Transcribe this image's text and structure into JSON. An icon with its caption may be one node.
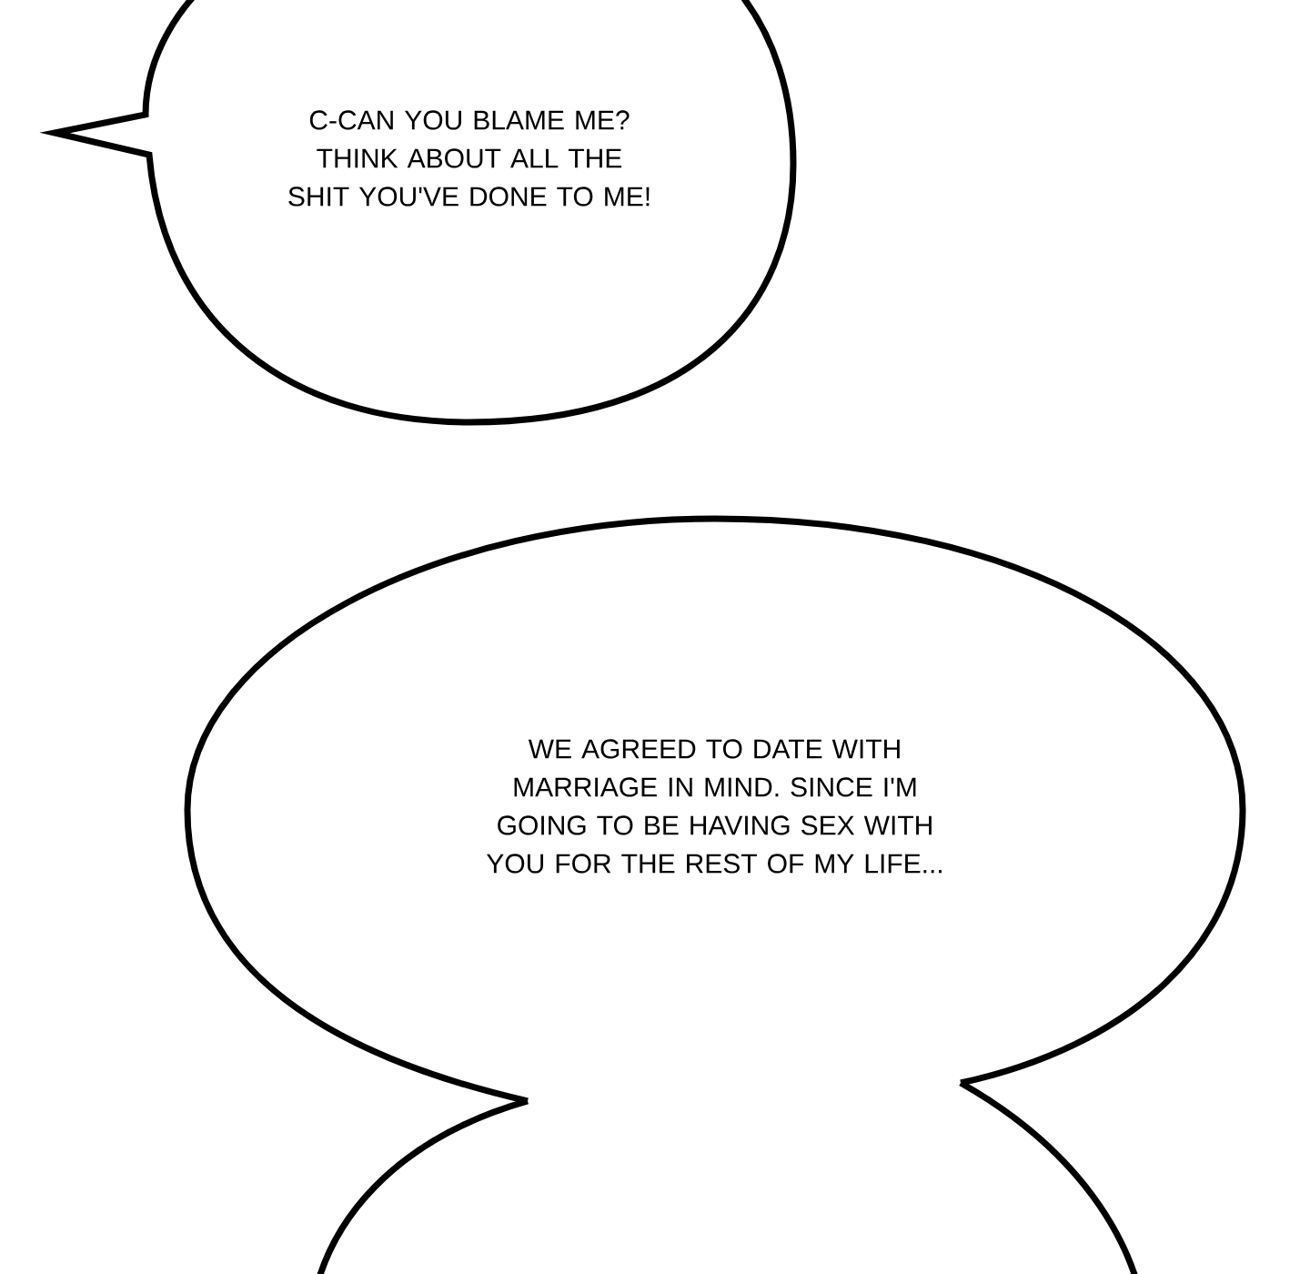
{
  "diagram": {
    "nodes": [
      {
        "text": [
          "C-CAN YOU BLAME ME? THINK ABOUT ALL THE SHIT YOU'VE DONE TO ME!"
        ]
      },
      {
        "text": [
          "WE AGREED TO DATE WITH MARRIAGE IN MIND. SINCE I'M GOING TO BE HAVING SEX WITH YOU FOR THE REST OF MY LIFE..."
        ]
      },
      {
        "text": [],
        "shape": "ellipse"
      }
    ]
  }
}
